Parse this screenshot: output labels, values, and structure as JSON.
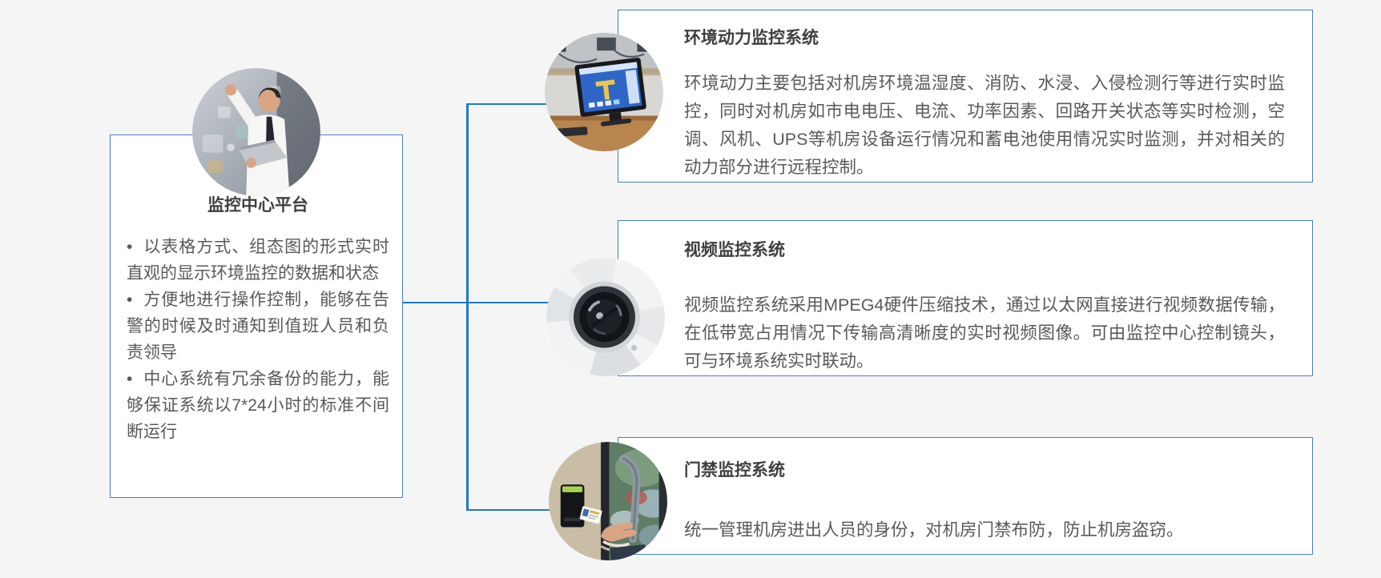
{
  "page": {
    "background": "#f5f5f6",
    "box_border_color": "#4a7ebb",
    "connector_color": "#1b7bc4",
    "title_color": "#3f3f3f",
    "body_color": "#595959"
  },
  "center": {
    "photo": "person-with-laptop",
    "title": "监控中心平台",
    "bullets": [
      {
        "bullet": "•",
        "text": "以表格方式、组态图的形式实时直观的显示环境监控的数据和状态"
      },
      {
        "bullet": "•",
        "text": "方便地进行操作控制，能够在告警的时候及时通知到值班人员和负责领导"
      },
      {
        "bullet": "•",
        "text": "中心系统有冗余备份的能力，能够保证系统以7*24小时的标准不间断运行"
      }
    ]
  },
  "cards": [
    {
      "photo": "server-room-monitor",
      "title": "环境动力监控系统",
      "body": "环境动力主要包括对机房环境温湿度、消防、水浸、入侵检测行等进行实时监控，同时对机房如市电电压、电流、功率因素、回路开关状态等实时检测，空调、风机、UPS等机房设备运行情况和蓄电池使用情况实时监测，并对相关的动力部分进行远程控制。"
    },
    {
      "photo": "dome-camera",
      "title": "视频监控系统",
      "body": "视频监控系统采用MPEG4硬件压缩技术，通过以太网直接进行视频数据传输，在低带宽占用情况下传输高清晰度的实时视频图像。可由监控中心控制镜头，可与环境系统实时联动。"
    },
    {
      "photo": "access-card-reader",
      "title": "门禁监控系统",
      "body": "统一管理机房进出人员的身份，对机房门禁布防，防止机房盗窃。"
    }
  ]
}
